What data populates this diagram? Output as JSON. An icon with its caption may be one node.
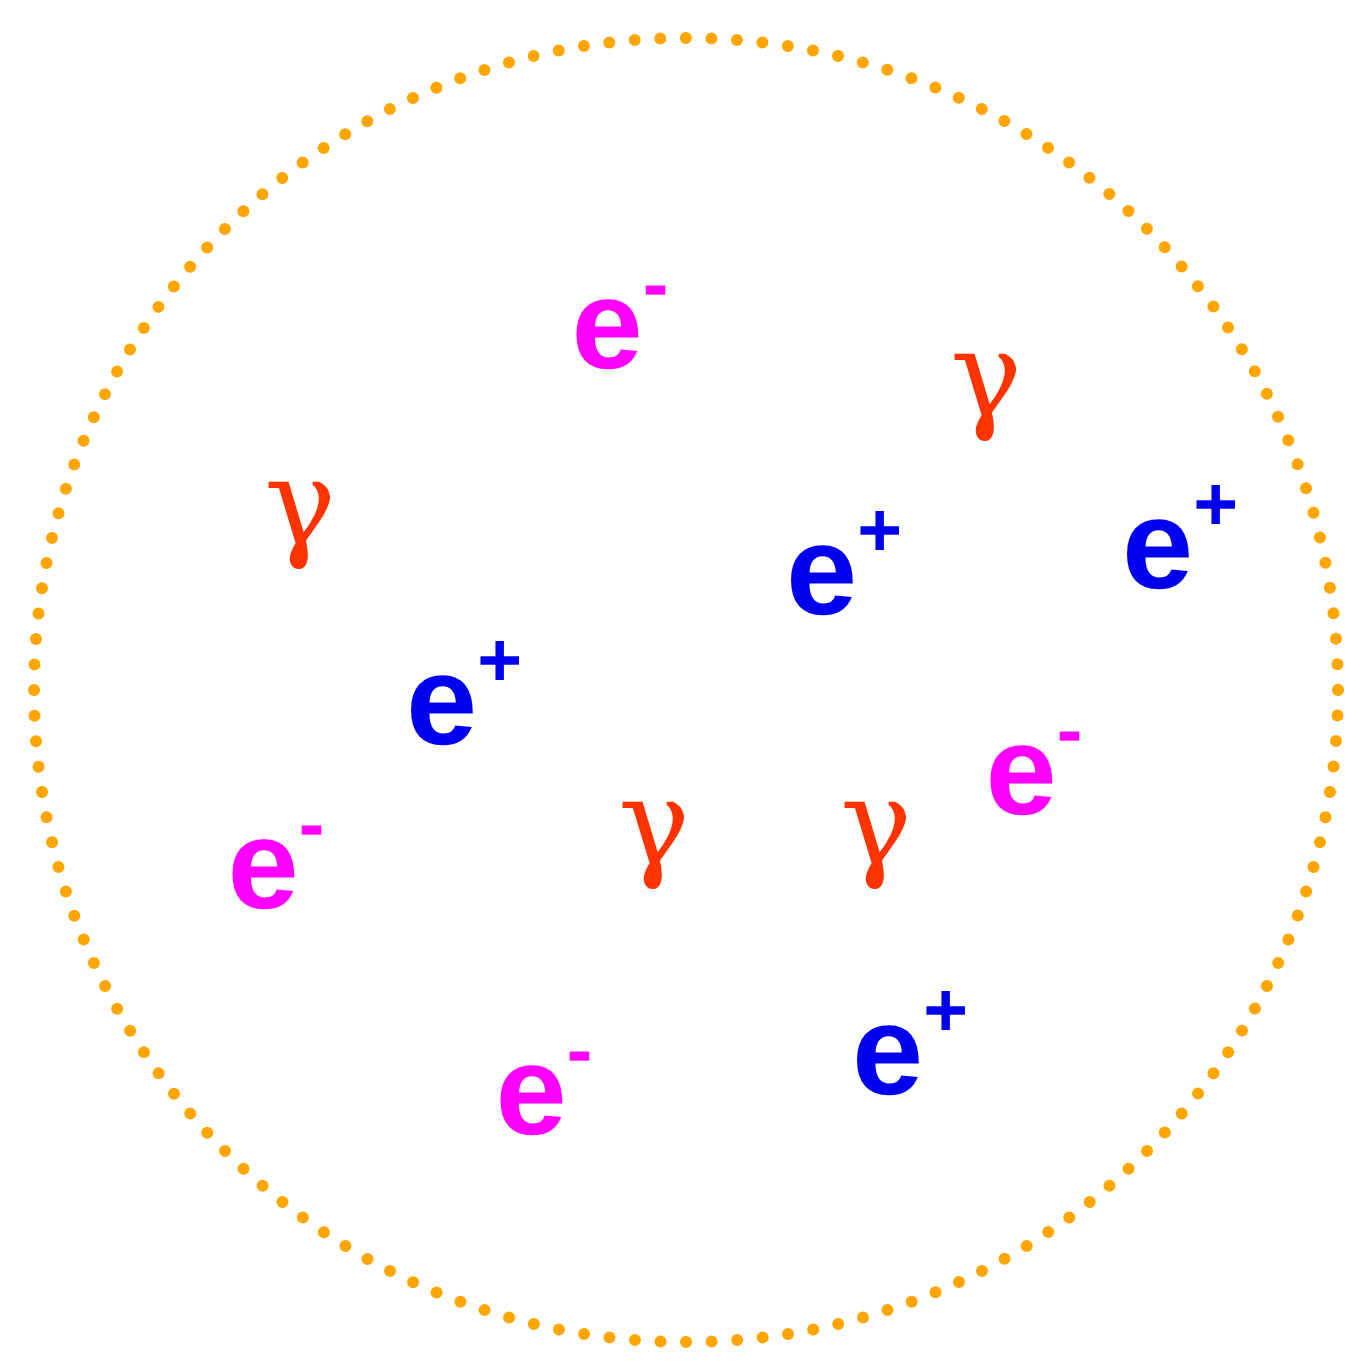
{
  "diagram": {
    "labels": [
      "e$^{-}$",
      "γ",
      "γ",
      "e$^{+}$",
      "e$^{+}$",
      "e$^{+}$",
      "e$^{-}$",
      "γ",
      "γ",
      "e$^{-}$",
      "e$^{+}$",
      "e$^{-}$"
    ]
  }
}
